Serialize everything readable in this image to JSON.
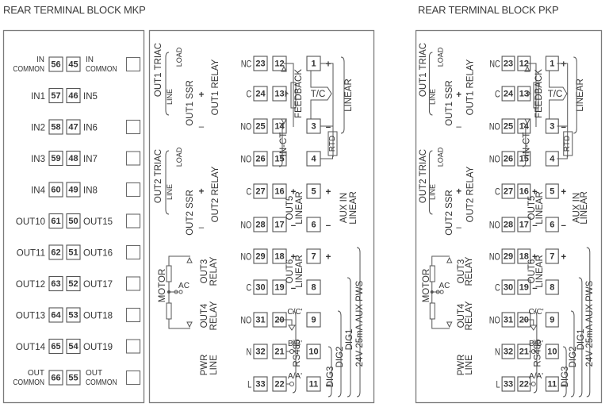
{
  "titles": {
    "mkp": "REAR TERMINAL BLOCK MKP",
    "pkp": "REAR TERMINAL BLOCK PKP"
  },
  "io_panel": {
    "rows": [
      {
        "left_label": [
          "IN",
          "COMMON"
        ],
        "left_terminal": "56",
        "right_terminal": "45",
        "right_label": [
          "IN",
          "COMMON"
        ],
        "has_box": true
      },
      {
        "left_label": [
          "IN1"
        ],
        "left_terminal": "57",
        "right_terminal": "46",
        "right_label": [
          "IN5"
        ],
        "has_box": false
      },
      {
        "left_label": [
          "IN2"
        ],
        "left_terminal": "58",
        "right_terminal": "47",
        "right_label": [
          "IN6"
        ],
        "has_box": true
      },
      {
        "left_label": [
          "IN3"
        ],
        "left_terminal": "59",
        "right_terminal": "48",
        "right_label": [
          "IN7"
        ],
        "has_box": true
      },
      {
        "left_label": [
          "IN4"
        ],
        "left_terminal": "60",
        "right_terminal": "49",
        "right_label": [
          "IN8"
        ],
        "has_box": true
      },
      {
        "left_label": [
          "OUT10"
        ],
        "left_terminal": "61",
        "right_terminal": "50",
        "right_label": [
          "OUT15"
        ],
        "has_box": true
      },
      {
        "left_label": [
          "OUT11"
        ],
        "left_terminal": "62",
        "right_terminal": "51",
        "right_label": [
          "OUT16"
        ],
        "has_box": true
      },
      {
        "left_label": [
          "OUT12"
        ],
        "left_terminal": "63",
        "right_terminal": "52",
        "right_label": [
          "OUT17"
        ],
        "has_box": true
      },
      {
        "left_label": [
          "OUT13"
        ],
        "left_terminal": "64",
        "right_terminal": "53",
        "right_label": [
          "OUT18"
        ],
        "has_box": true
      },
      {
        "left_label": [
          "OUT14"
        ],
        "left_terminal": "65",
        "right_terminal": "54",
        "right_label": [
          "OUT19"
        ],
        "has_box": true
      },
      {
        "left_label": [
          "OUT",
          "COMMON"
        ],
        "left_terminal": "66",
        "right_terminal": "55",
        "right_label": [
          "OUT",
          "COMMON"
        ],
        "has_box": true
      }
    ]
  },
  "main_block": {
    "rows": [
      {
        "prefix": "NC",
        "t1": "23",
        "t2": "12",
        "sign": ""
      },
      {
        "prefix": "C",
        "t1": "24",
        "t2": "13",
        "sign": ""
      },
      {
        "prefix": "NO",
        "t1": "25",
        "t2": "14",
        "sign": ""
      },
      {
        "prefix": "NO",
        "t1": "26",
        "t2": "15",
        "sign": ""
      },
      {
        "prefix": "C",
        "t1": "27",
        "t2": "16",
        "sign": "+"
      },
      {
        "prefix": "NO",
        "t1": "28",
        "t2": "17",
        "sign": "–"
      },
      {
        "prefix": "NO",
        "t1": "29",
        "t2": "18",
        "sign": "+"
      },
      {
        "prefix": "C",
        "t1": "30",
        "t2": "19",
        "sign": "–"
      },
      {
        "prefix": "NO",
        "t1": "31",
        "t2": "20",
        "sign": ""
      },
      {
        "prefix": "N",
        "t1": "32",
        "t2": "21",
        "sign": ""
      },
      {
        "prefix": "L",
        "t1": "33",
        "t2": "22",
        "sign": ""
      }
    ],
    "right_terminals": [
      {
        "num": "1",
        "sign": "+"
      },
      {
        "num": "3",
        "sign": "–"
      },
      {
        "num": "4",
        "sign": ""
      },
      {
        "num": "5",
        "sign": "+"
      },
      {
        "num": "6",
        "sign": "–"
      },
      {
        "num": "7",
        "sign": "+"
      },
      {
        "num": "8",
        "sign": ""
      },
      {
        "num": "9",
        "sign": ""
      },
      {
        "num": "10",
        "sign": ""
      },
      {
        "num": "11",
        "sign": "–"
      }
    ],
    "labels": {
      "out1_triac": "OUT1 TRIAC",
      "line": "LINE",
      "load": "LOAD",
      "out1_ssr": "OUT1 SSR",
      "out1_relay": "OUT1 RELAY",
      "out2_triac": "OUT2 TRIAC",
      "out2_ssr": "OUT2 SSR",
      "out2_relay": "OUT2 RELAY",
      "ssr_plus": "+",
      "ssr_minus": "–",
      "feedback": "FEEDBACK",
      "in_ct": "IN-CT",
      "tc": "T/C",
      "rtd": "RTD",
      "linear": "LINEAR",
      "out5": "OUT5",
      "out5_linear": "LINEAR",
      "aux_in": "AUX IN",
      "aux_linear": "LINEAR",
      "motor": "MOTOR",
      "ac": "AC",
      "out3": "OUT3",
      "out3_relay": "RELAY",
      "out4": "OUT4",
      "out4_relay": "RELAY",
      "out6": "OUT6",
      "out6_linear": "LINEAR",
      "cc": "C/C'",
      "bb": "B/B'",
      "aa": "A/A'",
      "rs485": "RS485",
      "pwr": "PWR",
      "pwr_line": "LINE",
      "dig1": "DIG1",
      "dig2": "DIG2",
      "dig3": "DIG3",
      "aux_pws": "24V 25mA AUX PWS",
      "tc_plus": "+",
      "tc_minus": "–"
    }
  }
}
